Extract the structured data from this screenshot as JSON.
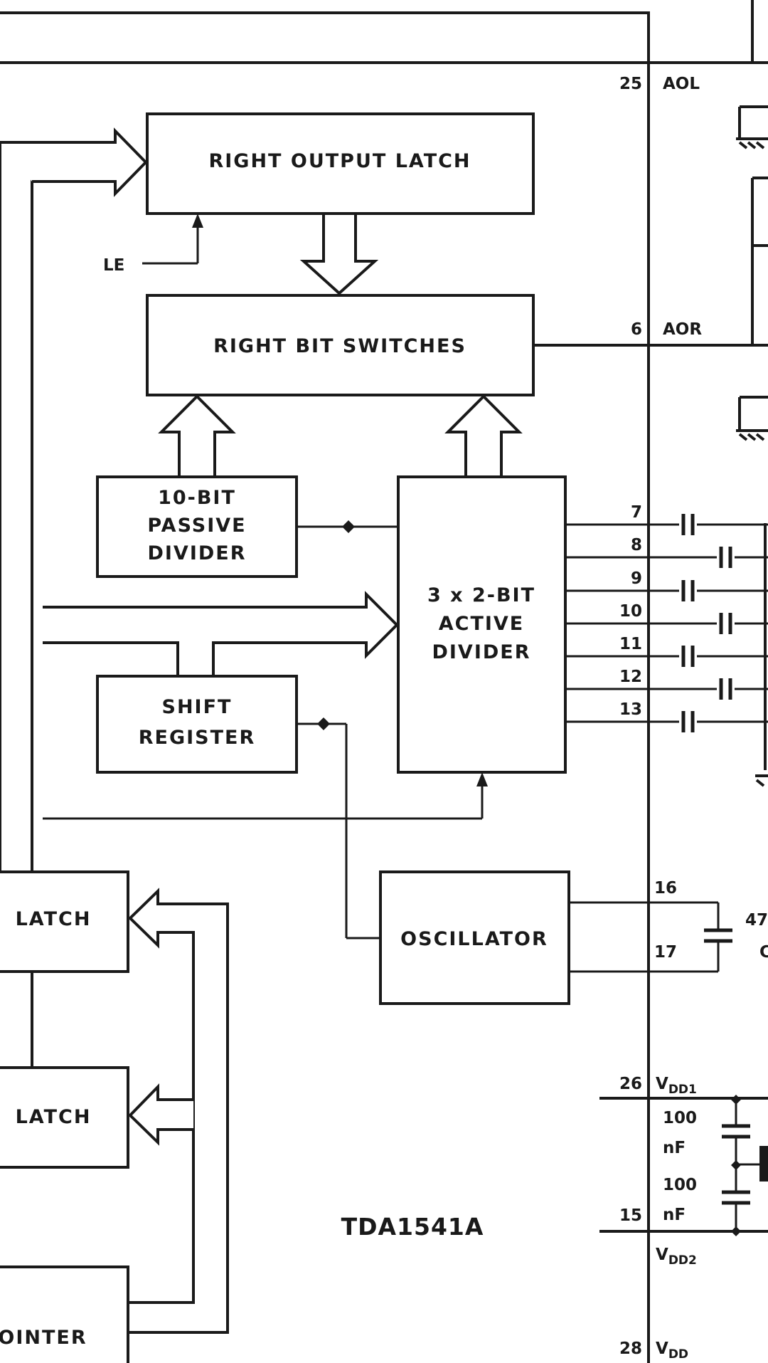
{
  "diagram": {
    "chip_label": "TDA1541A",
    "blocks": {
      "right_output_latch": "RIGHT OUTPUT LATCH",
      "right_bit_switches": "RIGHT BIT SWITCHES",
      "passive_divider": [
        "10-BIT",
        "PASSIVE",
        "DIVIDER"
      ],
      "active_divider": [
        "3 x 2-BIT",
        "ACTIVE",
        "DIVIDER"
      ],
      "shift_register": [
        "SHIFT",
        "REGISTER"
      ],
      "oscillator": "OSCILLATOR",
      "latch_upper": "LATCH",
      "latch_lower": "LATCH",
      "counter_partial": "OINTER"
    },
    "signals": {
      "le": "LE"
    },
    "pins": {
      "aol": {
        "number": "25",
        "name": "AOL"
      },
      "aor": {
        "number": "6",
        "name": "AOR"
      },
      "divider_pins": [
        "7",
        "8",
        "9",
        "10",
        "11",
        "12",
        "13"
      ],
      "osc_a": "16",
      "osc_b": "17",
      "vdd1": {
        "number": "26",
        "name": "V",
        "sub": "DD1"
      },
      "vdd2": {
        "number": "15",
        "name": "V",
        "sub": "DD2"
      },
      "vdd": {
        "number": "28",
        "name": "V",
        "sub": "DD"
      }
    },
    "components": {
      "cap1_value": "100",
      "cap1_unit": "nF",
      "cap2_value": "100",
      "cap2_unit": "nF",
      "osc_cap_partial_a": "47",
      "osc_cap_partial_b": "C"
    }
  }
}
